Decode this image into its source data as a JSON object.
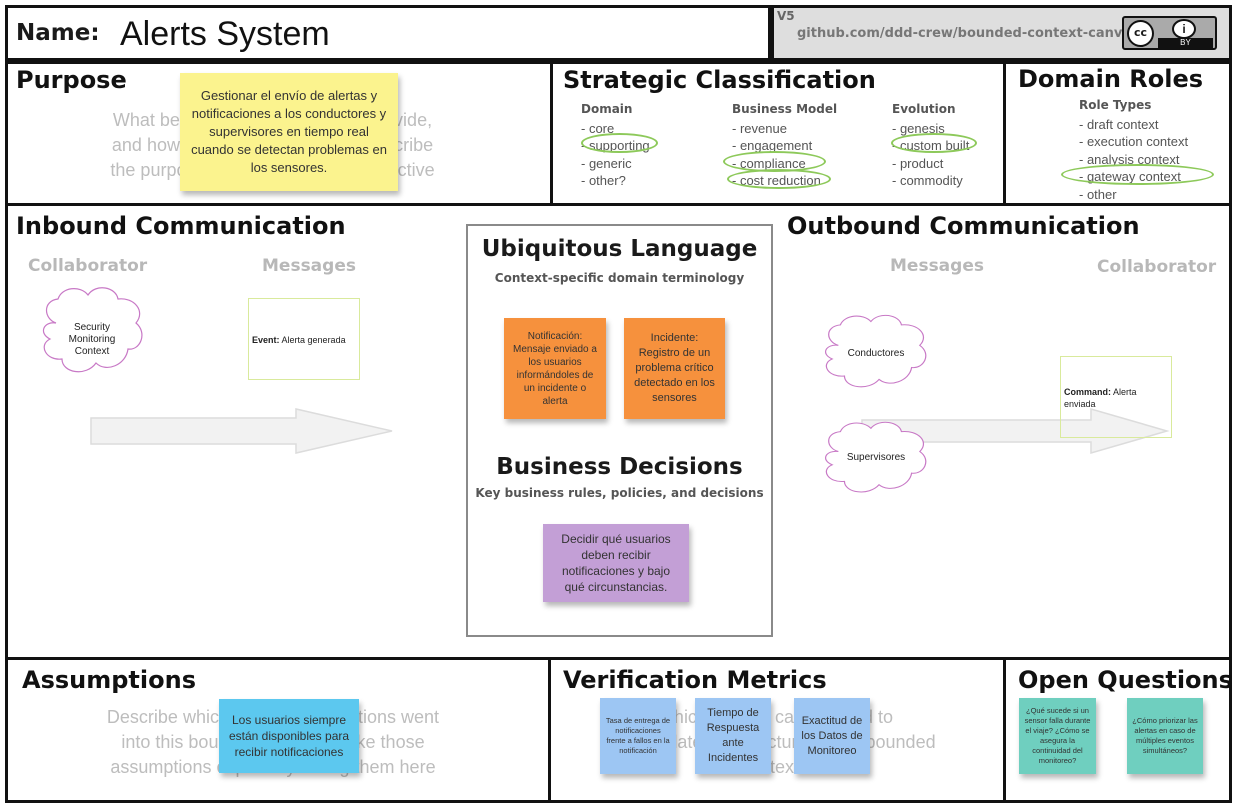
{
  "header": {
    "name_label": "Name:",
    "name_value": "Alerts System",
    "version": "V5",
    "repo": "github.com/ddd-crew/bounded-context-canvas",
    "license_by": "BY"
  },
  "purpose": {
    "title": "Purpose",
    "placeholder_lines": [
      "What benefits does this context provide,",
      "and how does it provide them? Describe",
      "the purpose from a business perspective"
    ],
    "note": "Gestionar el envío de alertas y notificaciones a los conductores y supervisores en tiempo real cuando se detectan problemas en los sensores."
  },
  "strategic": {
    "title": "Strategic Classification",
    "domain": {
      "heading": "Domain",
      "items": [
        "- core",
        "- supporting",
        "- generic",
        "- other?"
      ]
    },
    "business_model": {
      "heading": "Business Model",
      "items": [
        "- revenue",
        "- engagement",
        "- compliance",
        "- cost reduction"
      ]
    },
    "evolution": {
      "heading": "Evolution",
      "items": [
        "- genesis",
        "- custom built",
        "- product",
        "- commodity"
      ]
    }
  },
  "roles": {
    "title": "Domain Roles",
    "heading": "Role Types",
    "items": [
      "- draft context",
      "- execution context",
      "- analysis context",
      "- gateway context",
      "- other"
    ]
  },
  "inbound": {
    "title": "Inbound Communication",
    "collaborator_label": "Collaborator",
    "messages_label": "Messages",
    "collaborator": "Security Monitoring Context",
    "message_kind": "Event:",
    "message_text": "Alerta generada"
  },
  "language": {
    "title": "Ubiquitous Language",
    "subtitle": "Context-specific domain terminology",
    "notes": [
      "Notificación: Mensaje enviado a los usuarios informándoles de un incidente o alerta",
      "Incidente: Registro de un problema crítico detectado en los sensores"
    ]
  },
  "decisions": {
    "title": "Business Decisions",
    "subtitle": "Key business rules, policies, and decisions",
    "note": "Decidir qué usuarios deben recibir notificaciones y bajo qué circunstancias."
  },
  "outbound": {
    "title": "Outbound Communication",
    "messages_label": "Messages",
    "collaborator_label": "Collaborator",
    "collaborators": [
      "Conductores",
      "Supervisores"
    ],
    "message_kind": "Command:",
    "message_text": "Alerta enviada"
  },
  "assumptions": {
    "title": "Assumptions",
    "placeholder_lines": [
      "Describe which current assumptions went",
      "into this bounded context. Make those",
      "assumptions explicit by noting them here"
    ],
    "note": "Los usuarios siempre están disponibles para recibir notificaciones"
  },
  "metrics": {
    "title": "Verification Metrics",
    "placeholder_lines": [
      "Which metrics can be used to",
      "(in)validate the structure of this bounded",
      "context?"
    ],
    "notes": [
      "Tasa de entrega de notificaciones frente a fallos en la notificación",
      "Tiempo de Respuesta ante Incidentes",
      "Exactitud de los Datos de Monitoreo"
    ]
  },
  "questions": {
    "title": "Open Questions",
    "notes": [
      "¿Qué sucede si un sensor falla durante el viaje? ¿Cómo se asegura la continuidad del monitoreo?",
      "¿Cómo priorizar las alertas en caso de múltiples eventos simultáneos?"
    ]
  },
  "colors": {
    "yellow": "#fbf38e",
    "orange": "#f6913d",
    "purple": "#c39fd6",
    "cyan": "#5cc8ef",
    "blue": "#9dc6f3",
    "teal": "#6fcfbf",
    "circle": "#8dc95a",
    "cloud": "#c879c6"
  }
}
